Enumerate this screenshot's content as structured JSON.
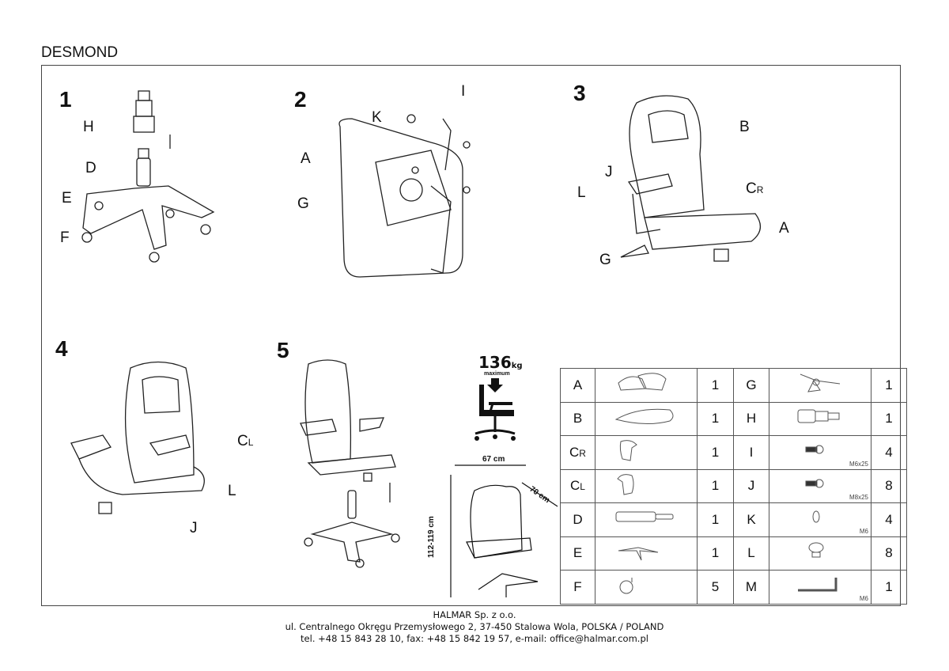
{
  "title": "DESMOND",
  "steps": [
    {
      "number": "1",
      "labels": {
        "H": "H",
        "D": "D",
        "E": "E",
        "F": "F"
      }
    },
    {
      "number": "2",
      "labels": {
        "I": "I",
        "K": "K",
        "A": "A",
        "G": "G"
      }
    },
    {
      "number": "3",
      "labels": {
        "B": "B",
        "J": "J",
        "L": "L",
        "C": "C",
        "R": "R",
        "A": "A",
        "G": "G"
      }
    },
    {
      "number": "4",
      "labels": {
        "C": "C",
        "L_sub": "L",
        "L": "L",
        "J": "J"
      }
    },
    {
      "number": "5"
    }
  ],
  "specs": {
    "max_load": "136",
    "unit": "kg",
    "max_label": "maximum",
    "width": "67 cm",
    "depth": "70 cm",
    "height": "112-119 cm"
  },
  "parts": [
    {
      "left": {
        "id": "A",
        "qty": "1",
        "icon": "backrest-icon"
      },
      "right": {
        "id": "G",
        "qty": "1",
        "icon": "mechanism-icon",
        "spec": ""
      }
    },
    {
      "left": {
        "id": "B",
        "qty": "1",
        "icon": "seat-icon"
      },
      "right": {
        "id": "H",
        "qty": "1",
        "icon": "gas-cover-icon",
        "spec": ""
      }
    },
    {
      "left": {
        "id": "C",
        "sub": "R",
        "qty": "1",
        "icon": "armrest-right-icon"
      },
      "right": {
        "id": "I",
        "qty": "4",
        "icon": "bolt-icon",
        "spec": "M6x25"
      }
    },
    {
      "left": {
        "id": "C",
        "sub": "L",
        "qty": "1",
        "icon": "armrest-left-icon"
      },
      "right": {
        "id": "J",
        "qty": "8",
        "icon": "bolt-icon",
        "spec": "M8x25"
      }
    },
    {
      "left": {
        "id": "D",
        "qty": "1",
        "icon": "gas-lift-icon"
      },
      "right": {
        "id": "K",
        "qty": "4",
        "icon": "washer-icon",
        "spec": "M6"
      }
    },
    {
      "left": {
        "id": "E",
        "qty": "1",
        "icon": "base-icon"
      },
      "right": {
        "id": "L",
        "qty": "8",
        "icon": "cap-icon",
        "spec": ""
      }
    },
    {
      "left": {
        "id": "F",
        "qty": "5",
        "icon": "caster-icon"
      },
      "right": {
        "id": "M",
        "qty": "1",
        "icon": "allen-key-icon",
        "spec": "M6"
      }
    }
  ],
  "footer": {
    "company": "HALMAR Sp. z o.o.",
    "address": "ul. Centralnego Okręgu Przemysłowego 2, 37-450 Stalowa Wola, POLSKA / POLAND",
    "contact": "tel. +48 15 843 28 10, fax: +48 15 842 19 57, e-mail: office@halmar.com.pl"
  }
}
